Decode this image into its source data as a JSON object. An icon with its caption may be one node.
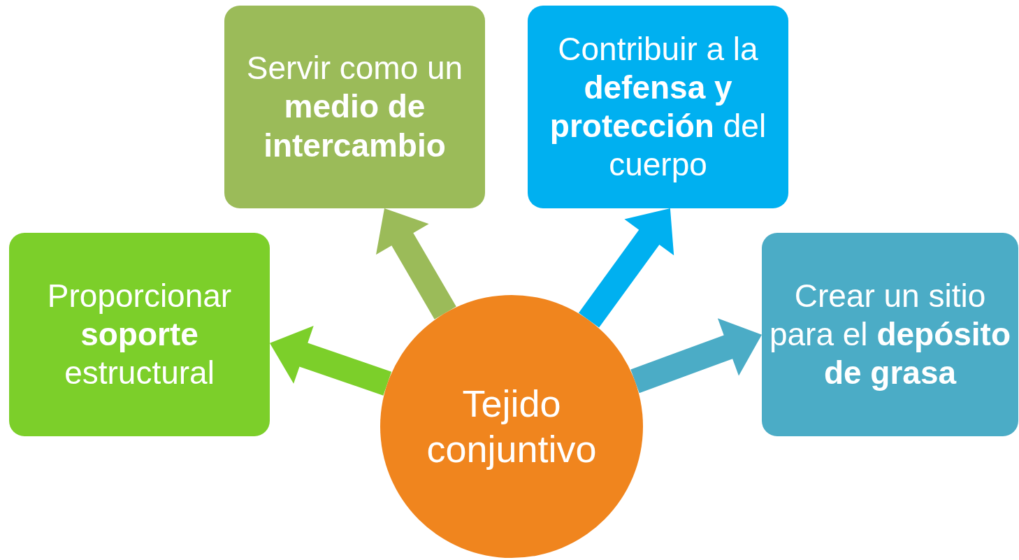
{
  "diagram": {
    "nodes": [
      {
        "text": [
          "Servir como un **medio de intercambio**"
        ]
      },
      {
        "text": [
          "Contribuir a la **defensa y protección** del cuerpo"
        ]
      },
      {
        "text": [
          "Proporcionar **soporte** estructural"
        ]
      },
      {
        "text": [
          "Crear un sitio para el **depósito de grasa**"
        ]
      },
      {
        "text": [
          "Tejido conjuntivo"
        ]
      }
    ],
    "edges": [
      {
        "from": 4,
        "to": 0,
        "arrow": "to",
        "style": "thick",
        "color": "#9bbb59"
      },
      {
        "from": 4,
        "to": 1,
        "arrow": "to",
        "style": "thick",
        "color": "#00b0f0"
      },
      {
        "from": 4,
        "to": 2,
        "arrow": "to",
        "style": "thick",
        "color": "#7ccf2a"
      },
      {
        "from": 4,
        "to": 3,
        "arrow": "to",
        "style": "thick",
        "color": "#4bacc6"
      }
    ]
  }
}
